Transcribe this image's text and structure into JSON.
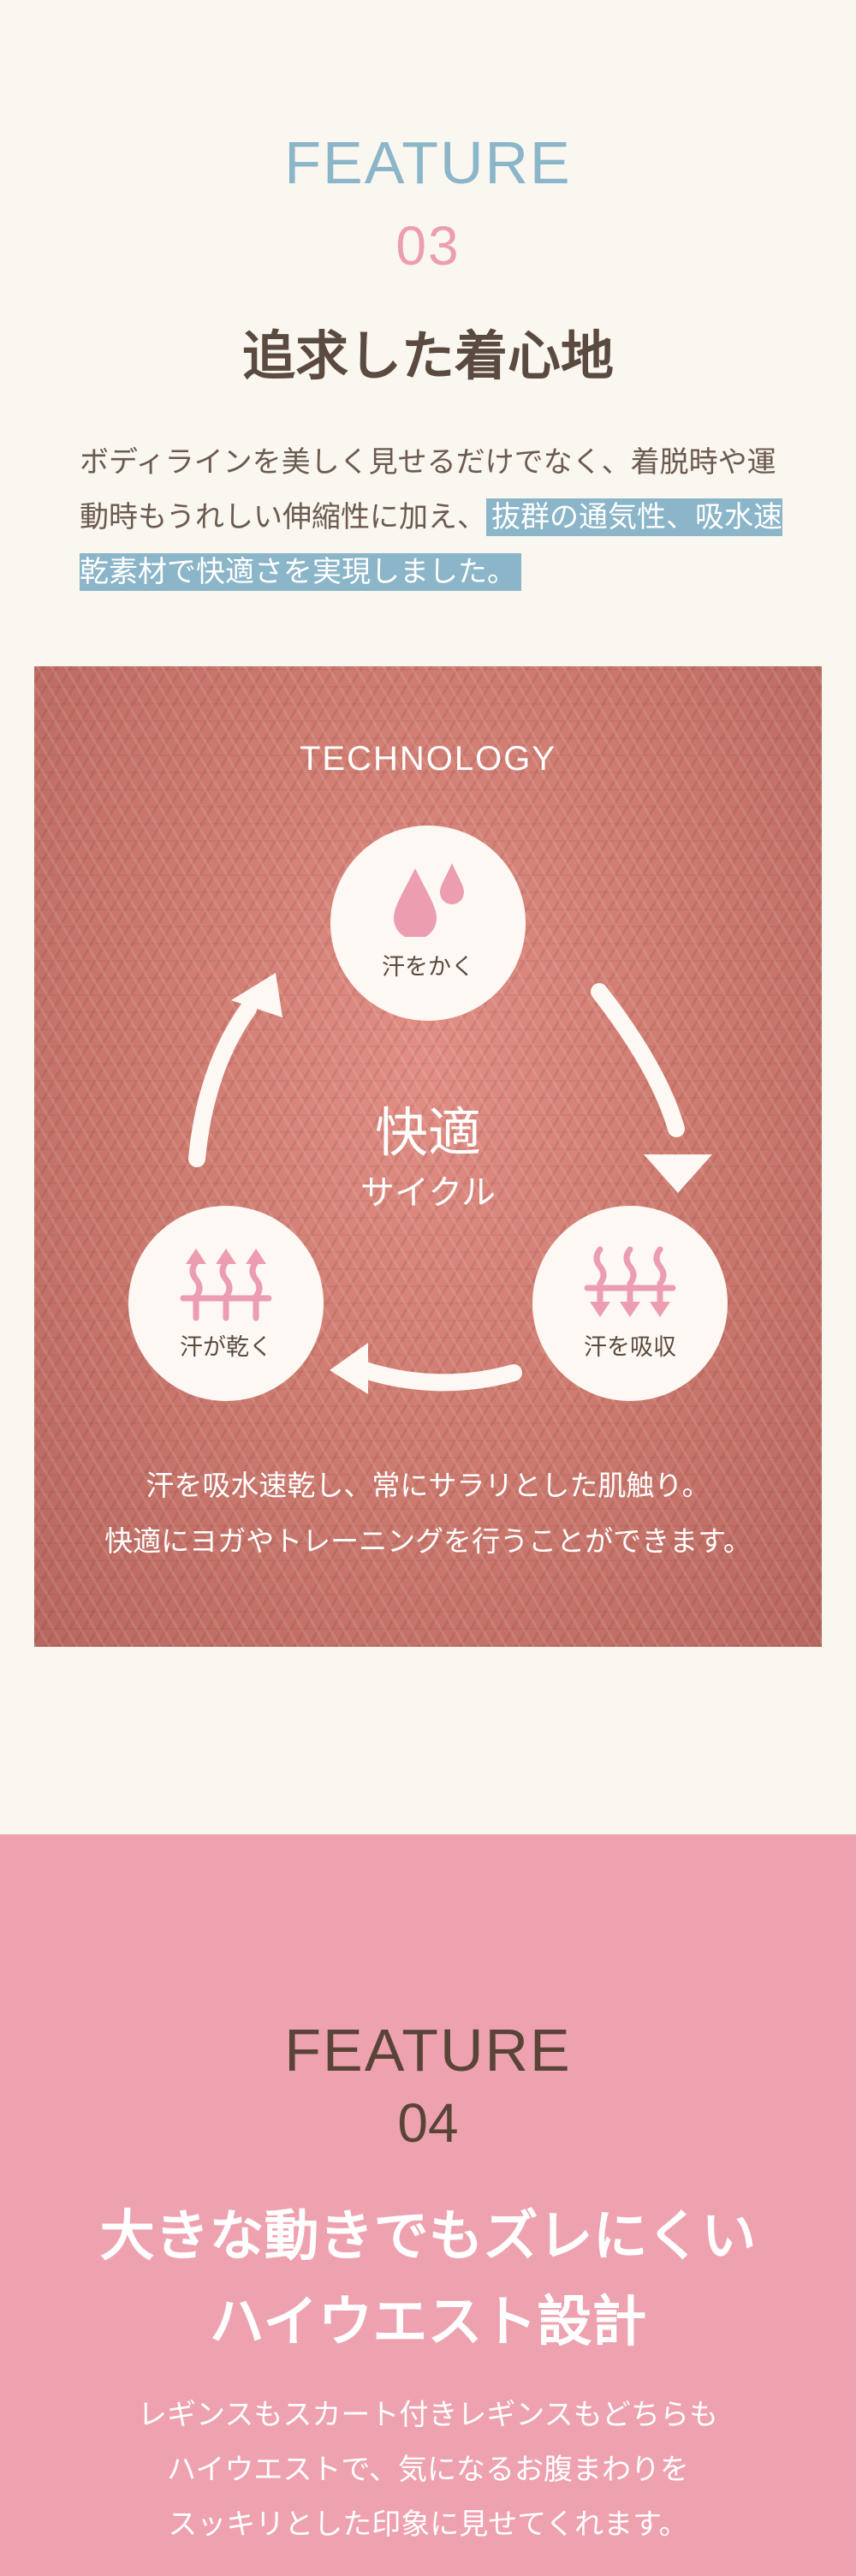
{
  "feature03": {
    "label": "FEATURE",
    "number": "03",
    "title": "追求した着心地",
    "body_plain": "ボディラインを美しく見せるだけでなく、着脱時や運動時もうれしい伸縮性に加え、",
    "body_highlight": "抜群の通気性、吸水速乾素材で快適さを実現しました。",
    "highlight_color": "#8bb5c8"
  },
  "technology": {
    "label": "TECHNOLOGY",
    "center_main": "快適",
    "center_sub": "サイクル",
    "steps": [
      {
        "label": "汗をかく",
        "icon": "droplets-icon"
      },
      {
        "label": "汗を吸収",
        "icon": "absorb-arrows-icon"
      },
      {
        "label": "汗が乾く",
        "icon": "dry-arrows-icon"
      }
    ],
    "desc_line1": "汗を吸水速乾し、常にサラリとした肌触り。",
    "desc_line2": "快適にヨガやトレーニングを行うことができます。",
    "icon_color": "#ec9db0"
  },
  "feature04": {
    "label": "FEATURE",
    "number": "04",
    "title_line1": "大きな動きでもズレにくい",
    "title_line2": "ハイウエスト設計",
    "body_line1": "レギンスもスカート付きレギンスもどちらも",
    "body_line2": "ハイウエストで、気になるお腹まわりを",
    "body_line3": "スッキリとした印象に見せてくれます。",
    "background": "#eea2b0"
  }
}
